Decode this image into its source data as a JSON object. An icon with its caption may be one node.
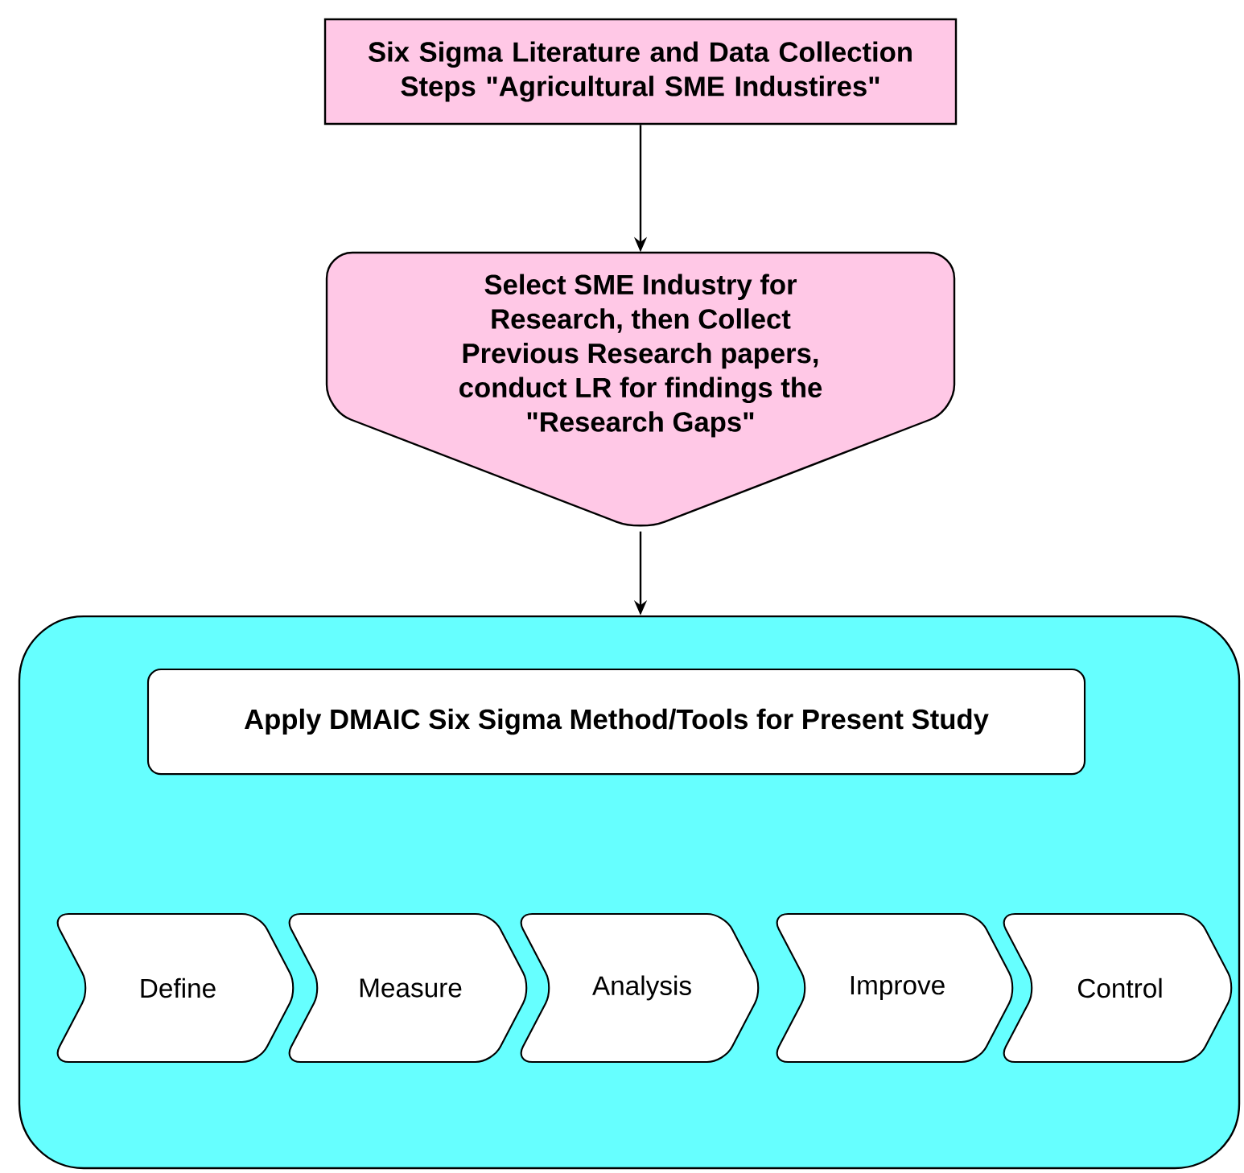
{
  "diagram": {
    "nodes": [
      {
        "text": [
          "Six Sigma Literature and Data Collection Steps \"Agricultural SME Industires\""
        ]
      },
      {
        "text": [
          "Select SME Industry for Research, then Collect Previous Research papers, conduct LR for findings the \"Research Gaps\""
        ]
      },
      {
        "text": [],
        "shape": "box"
      },
      {
        "text": [
          "Apply DMAIC Six Sigma Method/Tools for Present Study"
        ],
        "in": 2
      },
      {
        "text": [
          "Define"
        ],
        "in": 2
      },
      {
        "text": [
          "Measure"
        ],
        "in": 2
      },
      {
        "text": [
          "Analysis"
        ],
        "in": 2
      },
      {
        "text": [
          "Improve"
        ],
        "in": 2
      },
      {
        "text": [
          "Control"
        ],
        "in": 2
      }
    ],
    "edges": [
      {
        "from": 0,
        "to": 1,
        "arrow": "to"
      },
      {
        "from": 1,
        "to": 2,
        "arrow": "to"
      }
    ]
  }
}
